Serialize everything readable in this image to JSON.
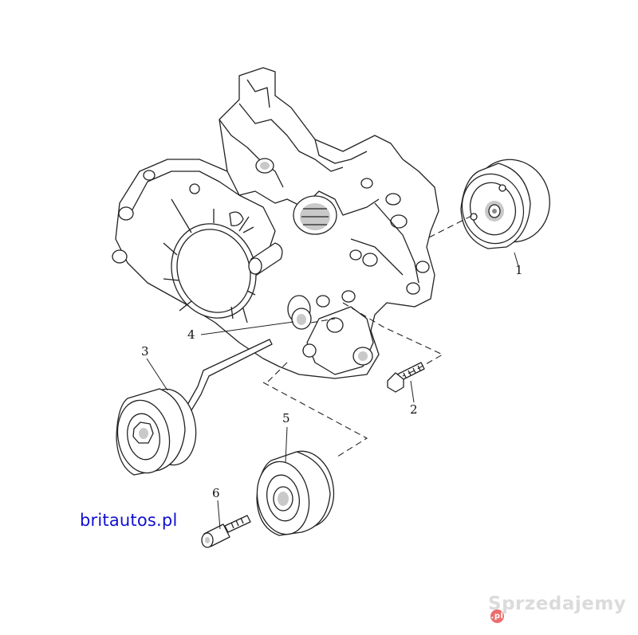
{
  "callouts": [
    {
      "id": "1",
      "label": "1"
    },
    {
      "id": "2",
      "label": "2"
    },
    {
      "id": "3",
      "label": "3"
    },
    {
      "id": "4",
      "label": "4"
    },
    {
      "id": "5",
      "label": "5"
    },
    {
      "id": "6",
      "label": "6"
    }
  ],
  "brand_text": "britautos.pl",
  "watermark": {
    "name": "Sprzedajemy",
    "badge": ".pl"
  },
  "colors": {
    "brand": "#1010d0",
    "lines": "#222222",
    "watermark": "#bebebe"
  }
}
